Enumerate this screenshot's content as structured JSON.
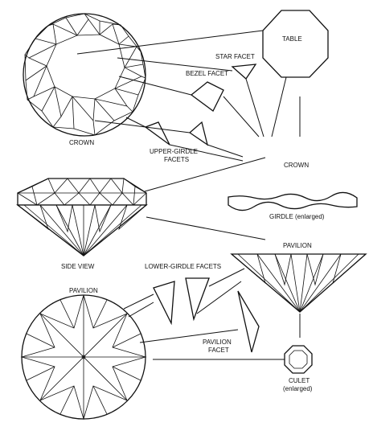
{
  "labels": {
    "table": "TABLE",
    "star_facet": "STAR FACET",
    "bezel_facet": "BEZEL FACET",
    "crown_top": "CROWN",
    "upper_girdle_facets_1": "UPPER-GIRDLE",
    "upper_girdle_facets_2": "FACETS",
    "crown_side": "CROWN",
    "girdle": "GIRDLE (enlarged)",
    "pavilion_side": "PAVILION",
    "side_view": "SIDE VIEW",
    "lower_girdle_facets": "LOWER-GIRDLE FACETS",
    "pavilion_bottom": "PAVILION",
    "pavilion_facet_1": "PAVILION",
    "pavilion_facet_2": "FACET",
    "culet_1": "CULET",
    "culet_2": "(enlarged)"
  }
}
